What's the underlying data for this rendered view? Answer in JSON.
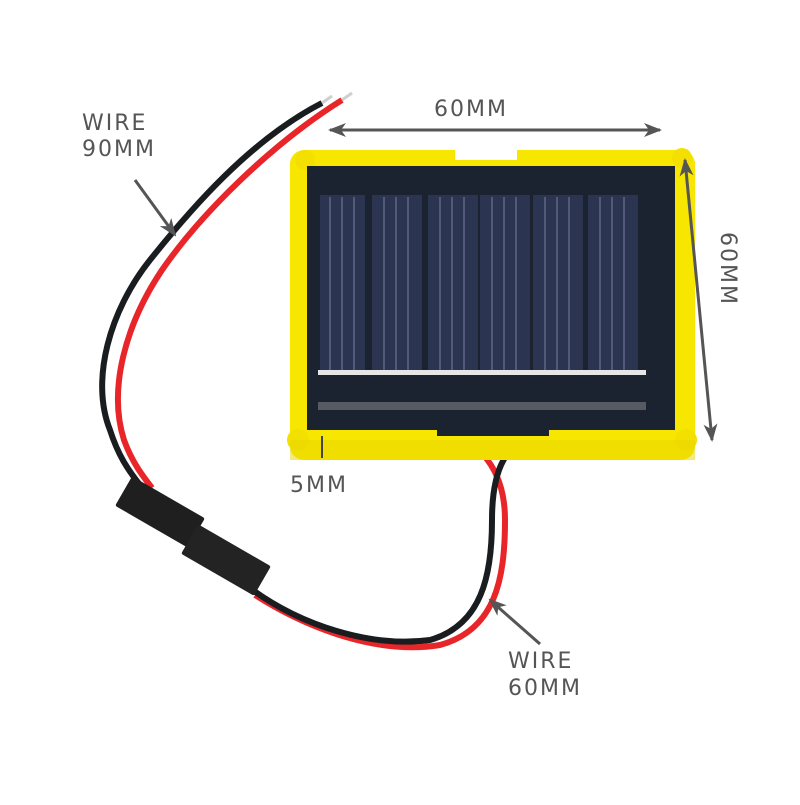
{
  "product": {
    "name": "Mini solar panel in yellow frame with wire leads and jumper connector",
    "colors": {
      "frame": "#f7e600",
      "frame_shadow": "#d9c800",
      "panel": "#1c2330",
      "cell": "#2b3450",
      "finger": "#8c93b0",
      "busbar": "#e6e6e6",
      "wire_red": "#e8262a",
      "wire_black": "#1a1d1f",
      "connector": "#1f1f1f",
      "annotation": "#555555"
    }
  },
  "annotations": {
    "width_label": "60MM",
    "height_label": "60MM",
    "frame_border_label": "5MM",
    "wire_long": {
      "line1": "WIRE",
      "line2": "90MM"
    },
    "wire_short": {
      "line1": "WIRE",
      "line2": "60MM"
    }
  }
}
